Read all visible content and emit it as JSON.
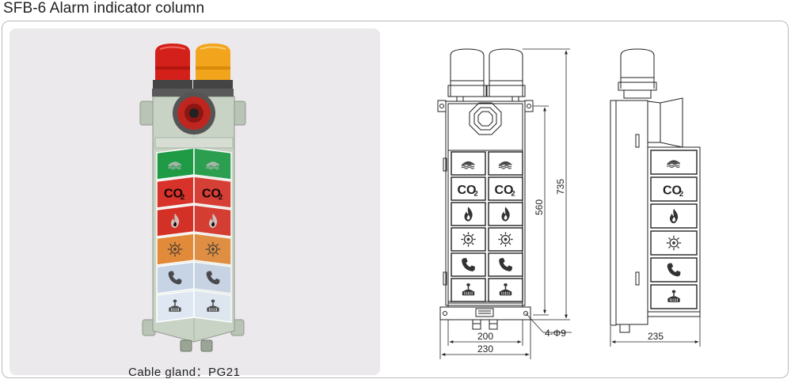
{
  "title": "SFB-6 Alarm indicator column",
  "caption": "Cable gland：PG21",
  "module_icons": [
    "water-wave-icon",
    "co2-icon",
    "flame-icon",
    "sun-gear-icon",
    "telephone-icon",
    "manual-button-icon"
  ],
  "module_colors": [
    "#1f9a45",
    "#d8332a",
    "#d43126",
    "#e08a3a",
    "#c7d4e5",
    "#dfe8f2"
  ],
  "icon_text": {
    "co2": "CO",
    "co2_sub": "2"
  },
  "dimensions": {
    "height_total": "735",
    "height_panel": "560",
    "width_inner": "200",
    "width_outer": "230",
    "holes": "4-Φ9",
    "depth": "235"
  },
  "colors": {
    "lamp_red": "#d4201a",
    "lamp_amber": "#f2a41c",
    "housing": "#c9d3c5"
  }
}
